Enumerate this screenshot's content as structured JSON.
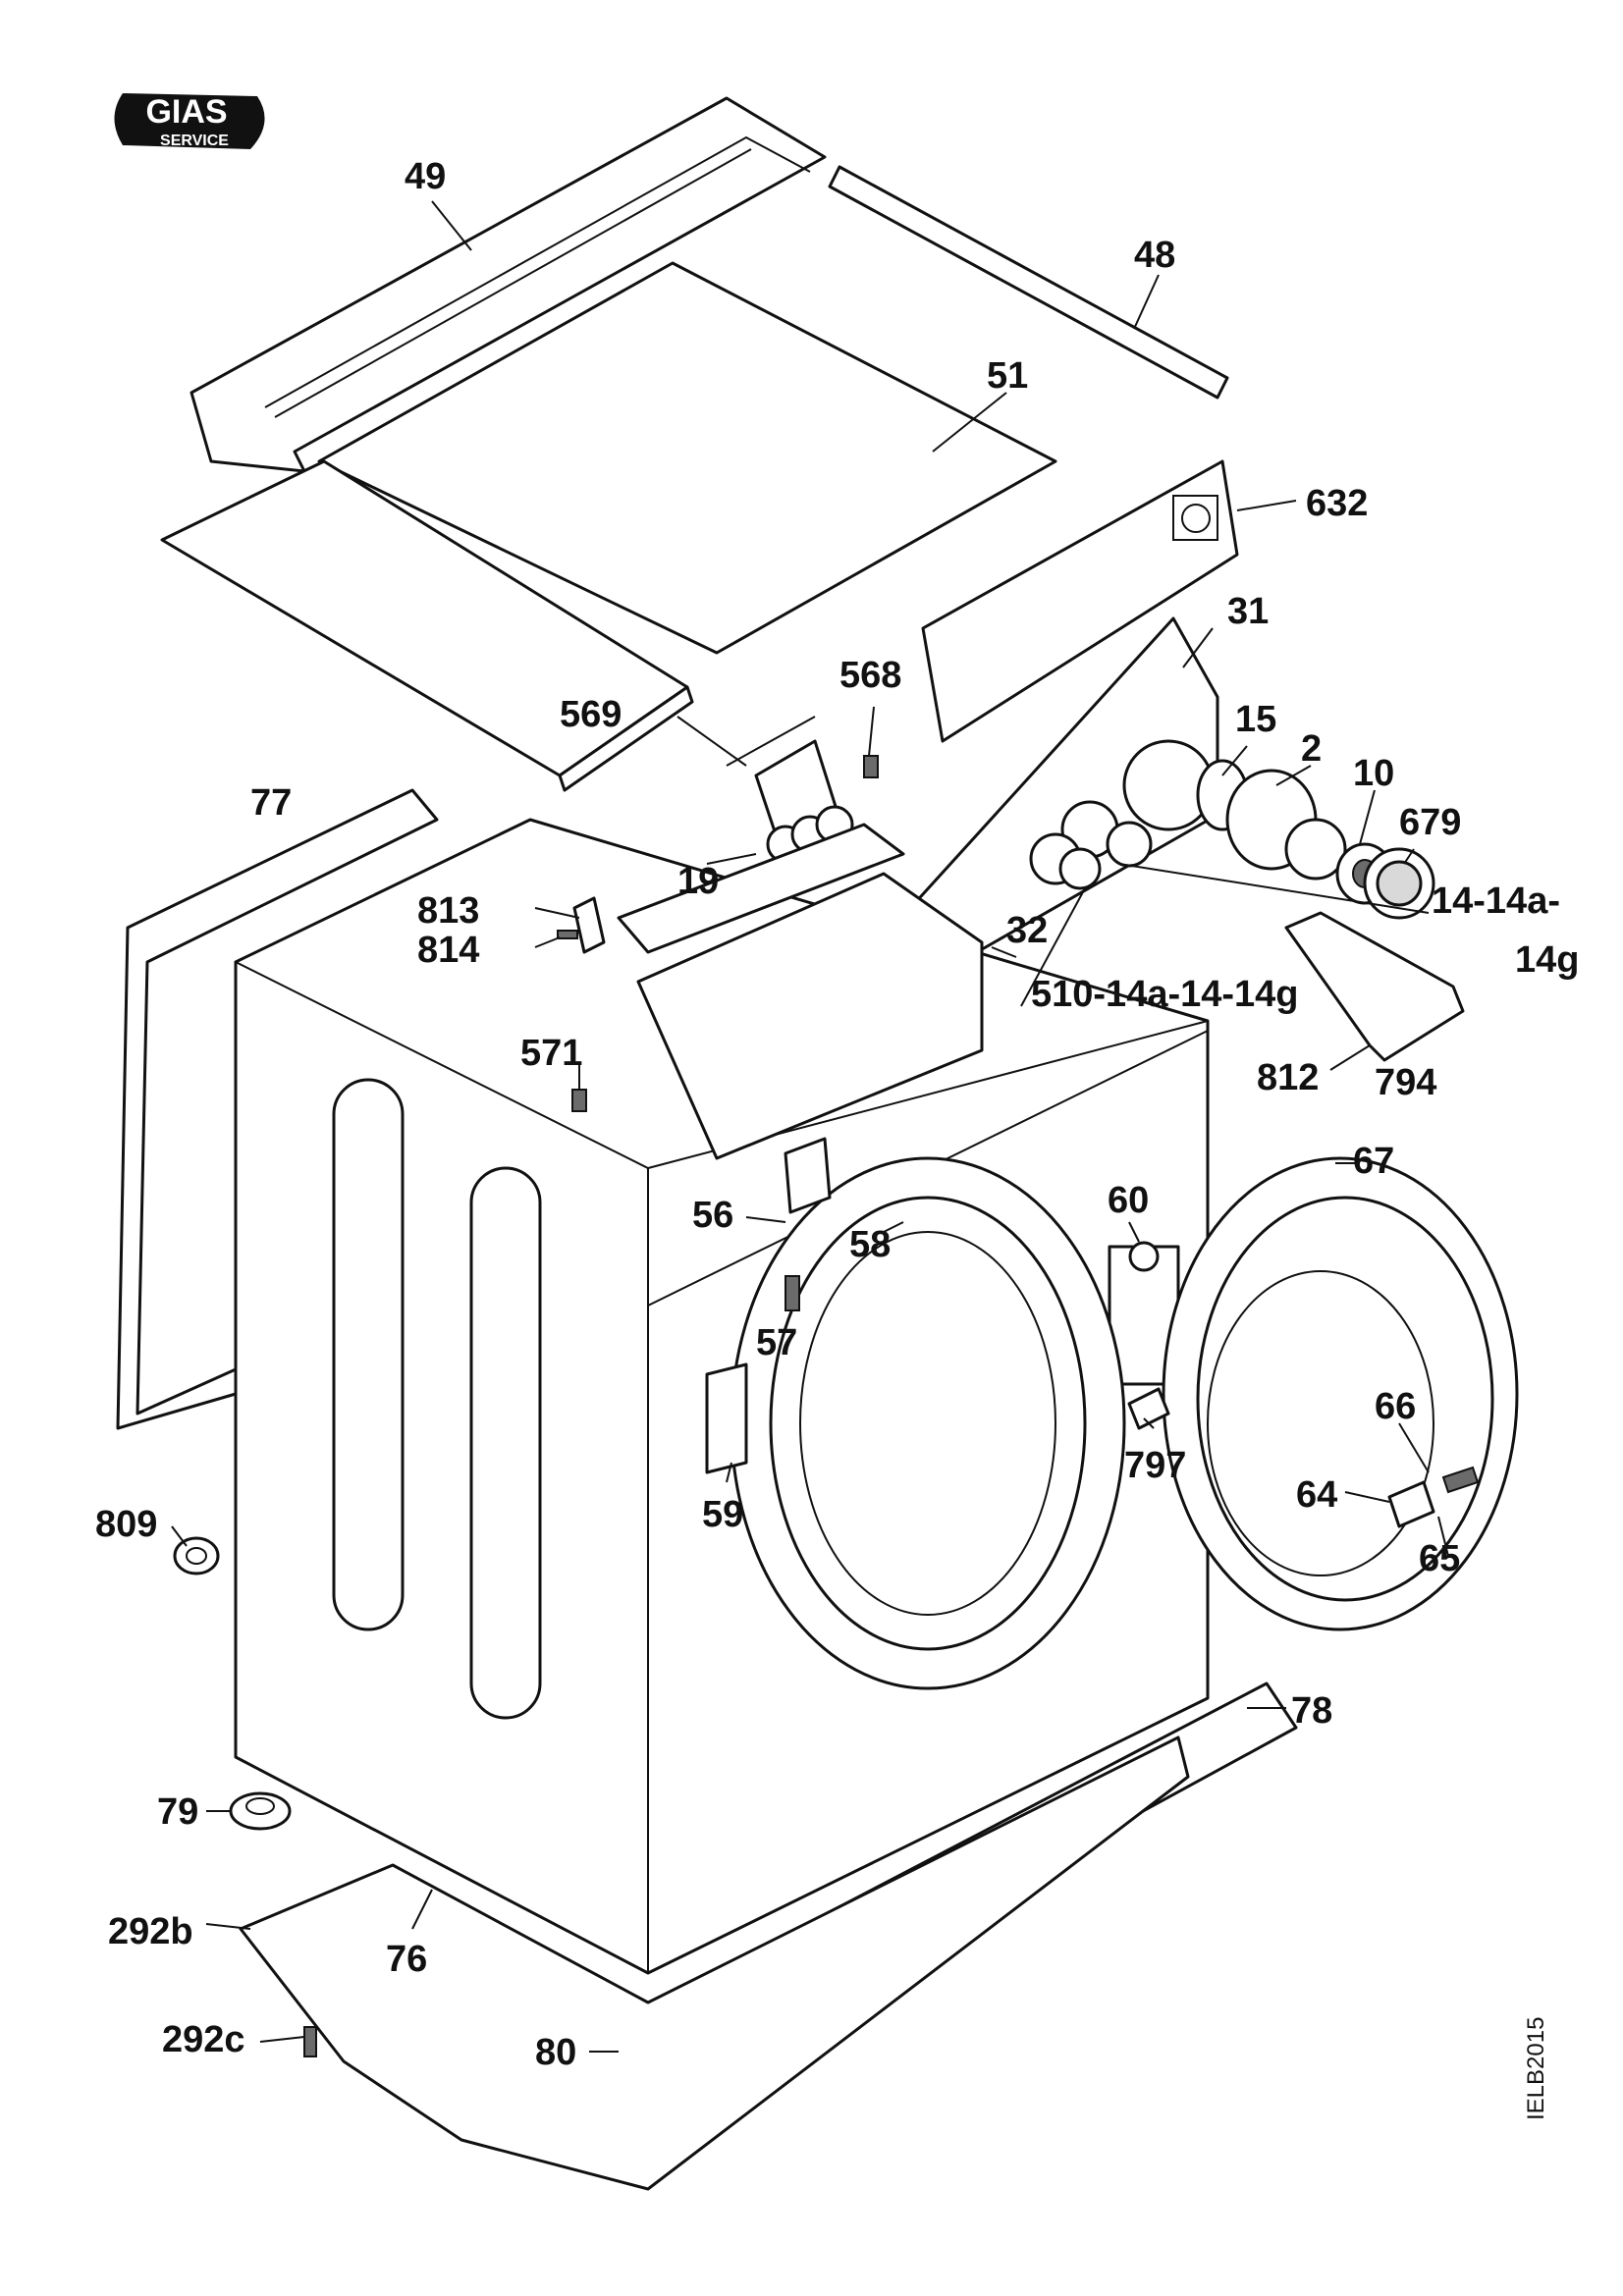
{
  "logo": {
    "brand": "GIAS",
    "sub": "SERVICE"
  },
  "drawing_code": "IELB2015",
  "callouts": [
    {
      "id": "c49",
      "text": "49"
    },
    {
      "id": "c48",
      "text": "48"
    },
    {
      "id": "c51",
      "text": "51"
    },
    {
      "id": "c632",
      "text": "632"
    },
    {
      "id": "c31",
      "text": "31"
    },
    {
      "id": "c568",
      "text": "568"
    },
    {
      "id": "c569",
      "text": "569"
    },
    {
      "id": "c15",
      "text": "15"
    },
    {
      "id": "c2",
      "text": "2"
    },
    {
      "id": "c10",
      "text": "10"
    },
    {
      "id": "c679",
      "text": "679"
    },
    {
      "id": "c77",
      "text": "77"
    },
    {
      "id": "c19",
      "text": "19"
    },
    {
      "id": "c813",
      "text": "813"
    },
    {
      "id": "c814",
      "text": "814"
    },
    {
      "id": "c14a",
      "text": "14-14a-"
    },
    {
      "id": "c14g",
      "text": "14g"
    },
    {
      "id": "c32",
      "text": "32"
    },
    {
      "id": "c510",
      "text": "510-14a-14-14g"
    },
    {
      "id": "c571",
      "text": "571"
    },
    {
      "id": "c812",
      "text": "812"
    },
    {
      "id": "c794",
      "text": "794"
    },
    {
      "id": "c67",
      "text": "67"
    },
    {
      "id": "c56",
      "text": "56"
    },
    {
      "id": "c60",
      "text": "60"
    },
    {
      "id": "c58",
      "text": "58"
    },
    {
      "id": "c57",
      "text": "57"
    },
    {
      "id": "c66",
      "text": "66"
    },
    {
      "id": "c797",
      "text": "797"
    },
    {
      "id": "c64",
      "text": "64"
    },
    {
      "id": "c59",
      "text": "59"
    },
    {
      "id": "c65",
      "text": "65"
    },
    {
      "id": "c809",
      "text": "809"
    },
    {
      "id": "c78",
      "text": "78"
    },
    {
      "id": "c79",
      "text": "79"
    },
    {
      "id": "c292b",
      "text": "292b"
    },
    {
      "id": "c76",
      "text": "76"
    },
    {
      "id": "c292c",
      "text": "292c"
    },
    {
      "id": "c80",
      "text": "80"
    }
  ]
}
